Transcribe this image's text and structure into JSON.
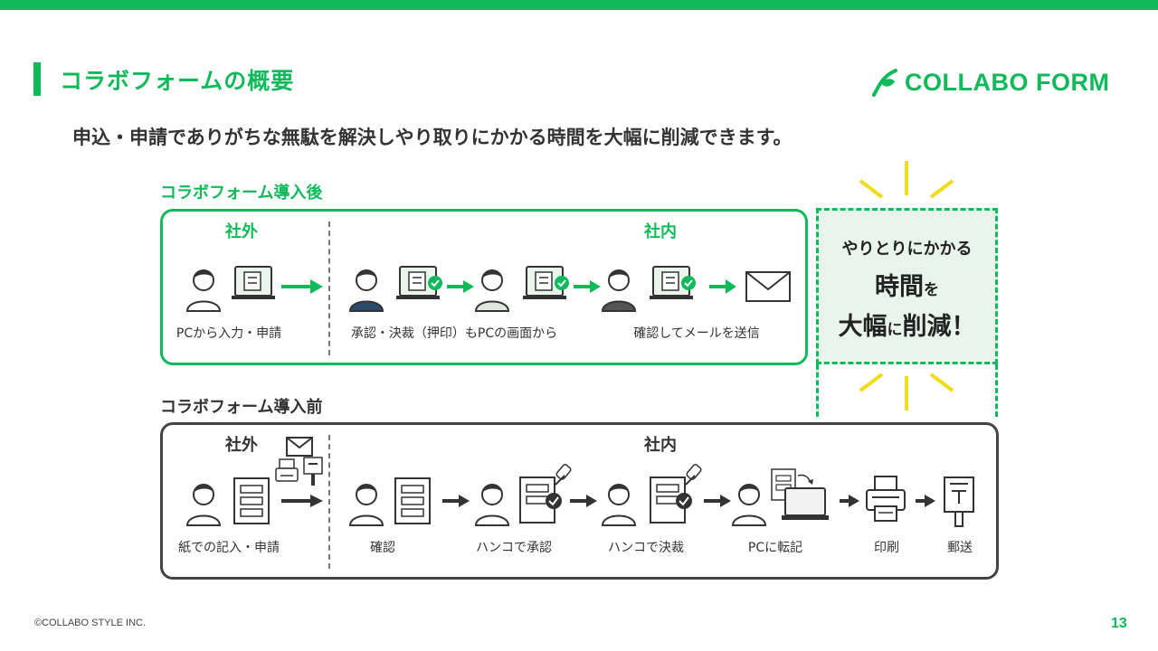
{
  "slide": {
    "title": "コラボフォームの概要",
    "subtitle": "申込・申請でありがちな無駄を解決しやり取りにかかる時間を大幅に削減できます。",
    "logo_text": "COLLABO FORM",
    "footer": "©COLLABO STYLE INC.",
    "page_number": "13",
    "accent_color": "#10b95a"
  },
  "after": {
    "label": "コラボフォーム導入後",
    "outside_label": "社外",
    "inside_label": "社内",
    "captions": [
      "PCから入力・申請",
      "承認・決裁（押印）もPCの画面から",
      "確認してメールを送信"
    ]
  },
  "callout": {
    "line1": "やりとりにかかる",
    "line2_main": "時間",
    "line2_particle": "を",
    "line3_a": "大幅",
    "line3_particle": "に",
    "line3_b": "削減！"
  },
  "before": {
    "label": "コラボフォーム導入前",
    "outside_label": "社外",
    "inside_label": "社内",
    "captions": [
      "紙での記入・申請",
      "確認",
      "ハンコで承認",
      "ハンコで決裁",
      "PCに転記",
      "印刷",
      "郵送"
    ]
  },
  "icons": {
    "person": "person-icon",
    "laptop": "laptop-form-icon",
    "check": "check-icon",
    "envelope": "envelope-icon",
    "document": "paper-form-icon",
    "stamp": "stamp-icon",
    "fax": "fax-icon",
    "mailbox": "mailbox-icon",
    "printer": "printer-icon",
    "postbox": "postbox-icon",
    "arrow": "arrow-right-icon"
  }
}
